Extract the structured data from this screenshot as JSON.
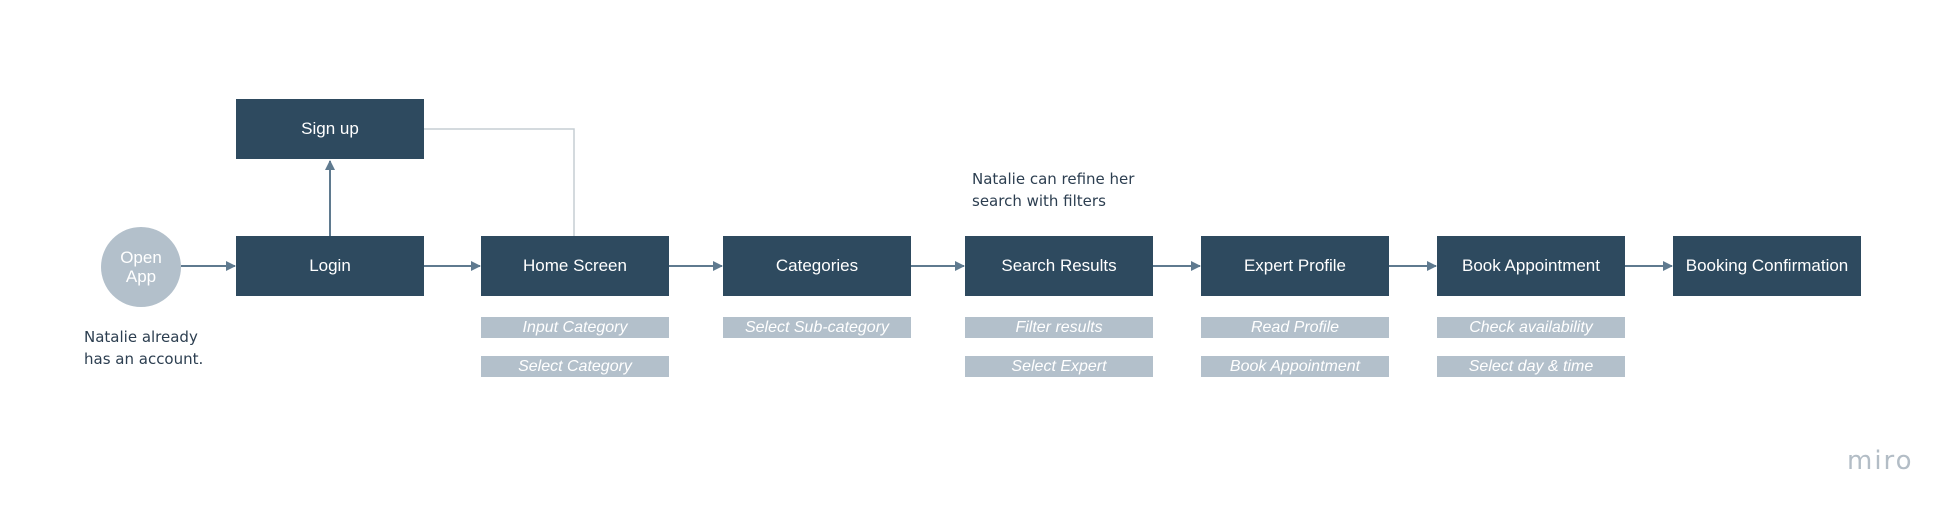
{
  "diagram": {
    "start": "Open App",
    "sign_up": "Sign up",
    "login": "Login",
    "steps": [
      "Home Screen",
      "Categories",
      "Search Results",
      "Expert Profile",
      "Book Appointment",
      "Booking Confirmation"
    ],
    "actions": [
      [
        "Input Category",
        "Select Category"
      ],
      [
        "Select Sub-category"
      ],
      [
        "Filter results",
        "Select Expert"
      ],
      [
        "Read Profile",
        "Book Appointment"
      ],
      [
        "Check availability",
        "Select day & time"
      ]
    ],
    "notes": {
      "account": "Natalie already\nhas an account.",
      "filters": "Natalie can refine her\nsearch with filters"
    },
    "colors": {
      "node": "#2e4a5f",
      "circle": "#b3c0cb",
      "action": "#b3c0cb",
      "arrow": "#5f7a8f",
      "connector": "#c5cdd3",
      "note_text": "#2c3e50",
      "logo": "#b3bdc6"
    }
  },
  "branding": {
    "logo": "miro"
  }
}
